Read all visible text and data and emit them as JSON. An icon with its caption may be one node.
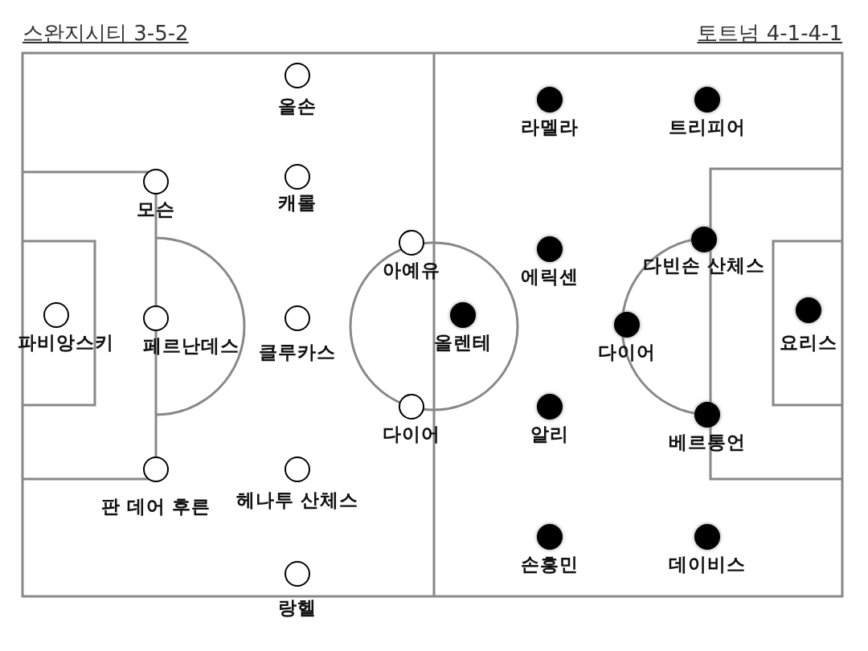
{
  "diagram": {
    "nodes": [
      {
        "text": [
          "올손"
        ]
      },
      {
        "text": [
          "모슨"
        ]
      },
      {
        "text": [
          "캐롤"
        ]
      },
      {
        "text": [
          "아예유"
        ]
      },
      {
        "text": [
          "파비앙스키"
        ]
      },
      {
        "text": [
          "페르난데스"
        ]
      },
      {
        "text": [
          "클루카스"
        ]
      },
      {
        "text": [
          "다이어"
        ]
      },
      {
        "text": [
          "판 데어 후른"
        ]
      },
      {
        "text": [
          "헤나투 산체스"
        ]
      },
      {
        "text": [
          "랑헬"
        ]
      },
      {
        "text": [
          "라멜라"
        ]
      },
      {
        "text": [
          "트리피어"
        ]
      },
      {
        "text": [
          "에릭센"
        ]
      },
      {
        "text": [
          "다빈손 산체스"
        ]
      },
      {
        "text": [
          "올렌테"
        ]
      },
      {
        "text": [
          "요리스"
        ]
      },
      {
        "text": [
          "다이어"
        ]
      },
      {
        "text": [
          "알리"
        ]
      },
      {
        "text": [
          "베르통언"
        ]
      },
      {
        "text": [
          "손흥민"
        ]
      },
      {
        "text": [
          "데이비스"
        ]
      }
    ],
    "labels": [
      "스완지시티 3-5-2",
      "토트넘 4-1-4-1"
    ]
  }
}
